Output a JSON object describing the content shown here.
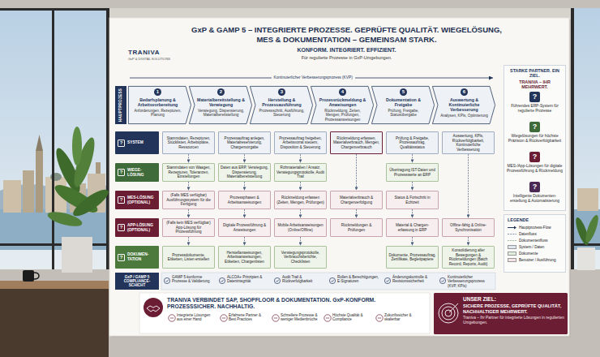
{
  "diagram": {
    "title": "GxP & GAMP 5 – INTEGRIERTE PROZESSE. GEPRÜFTE QUALITÄT. WIEGELÖSUNG, MES & DOKUMENTATION – GEMEINSAM STARK.",
    "nodes": [
      {
        "text": [
          "HAUPTPROZESS"
        ]
      },
      {
        "text": [
          "1",
          "Bedarfsplanung & Arbeitsvorbereitung",
          "Anforderungen, Rezepturen, Planung"
        ]
      },
      {
        "text": [
          "2",
          "Materialbereitstellung & Verwiegung",
          "Verwiegung, Dispensierung, Materialbereitstellung"
        ]
      },
      {
        "text": [
          "3",
          "Herstellung & Prozessausführung",
          "Prozessschritt, Ausführung, Steuerung"
        ]
      },
      {
        "text": [
          "4",
          "Prozessrückmeldung & Anweisungen",
          "Rückmeldung, Zeiten, Mengen, Prüfungen, Prozessanweisungen"
        ]
      },
      {
        "text": [
          "5",
          "Dokumentation & Freigabe",
          "Prüfung, Freigabe, Statusübergabe"
        ]
      },
      {
        "text": [
          "6",
          "Auswertung & Kontinuierliche Verbesserung",
          "Analysen, KPIs, Optimierung"
        ]
      },
      {
        "text": [
          "STARKE PARTNER. EIN ZIEL.",
          "TRANIVA – IHR MEHRWERT."
        ]
      },
      {
        "text": [
          "?",
          "Führendes ERP-System für regulierte Prozesse"
        ],
        "in": 7
      },
      {
        "text": [
          "?",
          "Wiegelösungen für höchste Präzision & Rückverfolgbarkeit"
        ],
        "in": 7
      },
      {
        "text": [
          "?",
          "MES-/App-Lösungen für digitale Prozessführung & Rückmeldung"
        ],
        "in": 7
      },
      {
        "text": [
          "?",
          "Intelligente Dokumenten-erstellung & Automatisierung"
        ],
        "in": 7
      },
      {
        "text": [
          "?",
          "SYSTEM"
        ]
      },
      {
        "text": [
          "Stammdaten, Rezepturen, Stücklisten, Arbeitspläne, Ressourcen"
        ]
      },
      {
        "text": [
          "Prozessauftrag anlegen, Materialreservierung, Chargenvorgabe"
        ]
      },
      {
        "text": [
          "Prozessauftrag freigeben, Arbeitsvorrat steuern, Disposition & Steuerung"
        ]
      },
      {
        "text": [
          "Rückmeldung erfassen, Materialverbrauch, Mengen, Chargenverbrauch"
        ]
      },
      {
        "text": [
          "Prüfung & Freigabe, Prozessauftrag, Qualitätsstatus"
        ]
      },
      {
        "text": [
          "Auswertung, KPIs, Rückverfolgbarkeit, Kontinuierliche Verbesserung"
        ]
      },
      {
        "text": [
          "?",
          "WIEGE-LÖSUNG"
        ]
      },
      {
        "text": [
          "Stammdaten von Waagen, Rezepturen, Toleranzen, Einstellungen"
        ]
      },
      {
        "text": [
          "Daten aus ERP, Verwiegung, Dispensierung, Materialbereitstellung"
        ]
      },
      {
        "text": [
          "Rohmaterialien / Ansatz, Verwiegungsprotokolle, Audit Trail"
        ]
      },
      {
        "text": [
          "Übertragung IST-Daten und Prozesswerte an ERP"
        ]
      },
      {
        "text": [
          "?",
          "MES-LÖSUNG (OPTIONAL)"
        ]
      },
      {
        "text": [
          "(Falls MES verfügbar) Ausführungssystem für die Fertigung"
        ]
      },
      {
        "text": [
          "Prozessphasen & Arbeitsanweisungen"
        ]
      },
      {
        "text": [
          "Rückmeldung erfassen (Zeiten, Mengen, Prüfungen)"
        ]
      },
      {
        "text": [
          "Materialverbrauch & Chargenverfolgung"
        ]
      },
      {
        "text": [
          "Status & Fortschritt in Echtzeit"
        ]
      },
      {
        "text": [
          "?",
          "APP-LÖSUNG (OPTIONAL)"
        ]
      },
      {
        "text": [
          "(Falls kein MES verfügbar) App-Lösung für Prozessführung"
        ]
      },
      {
        "text": [
          "Digitale Prozessführung & Anweisungen"
        ]
      },
      {
        "text": [
          "Mobile Arbeitsanweisungen (Online/Offline)"
        ]
      },
      {
        "text": [
          "Rückmeldungen & Prüfungen"
        ]
      },
      {
        "text": [
          "Material & Chargen-erfassung in ERP"
        ]
      },
      {
        "text": [
          "Offline-fähig & Online-Synchronisation"
        ]
      },
      {
        "text": [
          "?",
          "DOKUMEN-TATION"
        ]
      },
      {
        "text": [
          "Prozessdokumente, Etiketten, Listen erstellen"
        ]
      },
      {
        "text": [
          "Herstellanweisungen, Arbeitsanweisungen, Etiketten, Chargenlisten"
        ]
      },
      {
        "text": [
          "Verwiegungsprotokolle, Verbrauchsberichte, Checklisten"
        ]
      },
      {
        "text": [
          "Dokumente, Prozessauftrag, Zertifikate, Begleitpapiere"
        ]
      },
      {
        "text": [
          "Konsolidierung aller Bewegungen & Rückmeldungen (Batch Record, Reports, Audit)"
        ]
      },
      {
        "text": [
          "GxP / GAMP 5 COMPLIANCE-SCHICHT"
        ]
      },
      {
        "text": [
          "LEGENDE"
        ]
      },
      {
        "text": [
          "TRANIVA VERBINDET SAP, SHOPFLOOR & DOKUMENTATION. GxP-KONFORM. PROZESSSICHER. NACHHALTIG."
        ]
      },
      {
        "text": [
          "UNSER ZIEL:",
          "SICHERE PROZESSE, GEPRÜFTE QUALITÄT, NACHHALTIGER MEHRWERT.",
          "Traniva – Ihr Partner für integrierte Lösungen in regulierten Umgebungen."
        ]
      }
    ],
    "edges": [
      {
        "from": 13,
        "to": 20,
        "arrow": "to"
      },
      {
        "from": 20,
        "to": 25,
        "arrow": "to"
      },
      {
        "from": 25,
        "to": 31,
        "arrow": "to"
      },
      {
        "from": 31,
        "to": 38,
        "arrow": "to"
      },
      {
        "from": 14,
        "to": 21,
        "arrow": "to"
      },
      {
        "from": 21,
        "to": 26,
        "arrow": "to"
      },
      {
        "from": 26,
        "to": 32,
        "arrow": "to"
      },
      {
        "from": 32,
        "to": 39,
        "arrow": "to"
      },
      {
        "from": 15,
        "to": 22,
        "arrow": "to"
      },
      {
        "from": 22,
        "to": 27,
        "arrow": "to"
      },
      {
        "from": 27,
        "to": 33,
        "arrow": "to"
      },
      {
        "from": 33,
        "to": 40,
        "arrow": "to"
      },
      {
        "from": 16,
        "to": 28,
        "arrow": "to"
      },
      {
        "from": 28,
        "to": 34,
        "arrow": "to"
      },
      {
        "from": 17,
        "to": 23,
        "arrow": "to"
      },
      {
        "from": 23,
        "to": 29,
        "arrow": "to"
      },
      {
        "from": 29,
        "to": 35,
        "arrow": "to"
      },
      {
        "from": 35,
        "to": 41,
        "arrow": "to"
      },
      {
        "from": 18,
        "to": 36,
        "arrow": "to"
      },
      {
        "from": 36,
        "to": 42,
        "arrow": "to"
      }
    ],
    "labels": [
      "TRANIVA",
      "GxP & DIGITAL SOLUTIONS",
      "KONFORM. INTEGRIERT. EFFIZIENT.",
      "Für regulierte Prozesse in GxP-Umgebungen.",
      "Kontinuierlicher Verbesserungsprozess (KVP)",
      "GAMP 5-konforme Prozesse & Validierung",
      "ALCOA+ Prinzipien & Datenintegrität",
      "Audit Trail & Rückverfolgbarkeit",
      "Rollen & Berechtigungen, E-Signaturen",
      "Änderungskontrolle & Revisionssicherheit",
      "Kontinuierlicher Verbesserungsprozess (KVP, KPIs)",
      "Integrierte Lösungen aus einer Hand",
      "Erfahrene Partner & Best Practices",
      "Schnellere Prozesse & weniger Medienbrüche",
      "Höchste Qualität & Compliance",
      "Zukunftssicher & skalierbar"
    ],
    "legend": [
      {
        "text": "Hauptprozess-Flow"
      },
      {
        "text": "Datenfluss"
      },
      {
        "text": "Dokumentenfluss"
      },
      {
        "text": "System / Daten",
        "color": "#dfe6f0"
      },
      {
        "text": "Dokumente",
        "color": "#e2eedb"
      },
      {
        "text": "Benutzer / Ausführung",
        "color": "#f3e1e5"
      }
    ]
  }
}
